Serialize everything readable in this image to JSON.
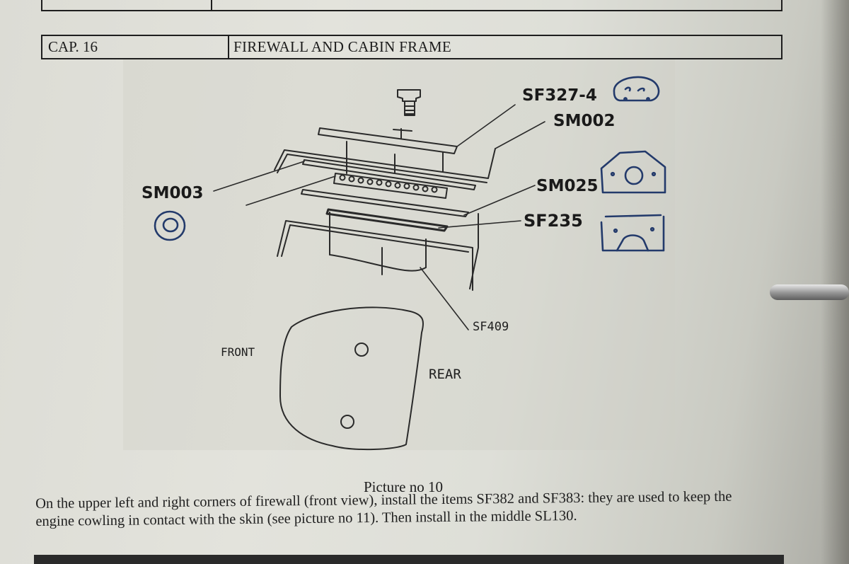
{
  "header": {
    "chapter": "CAP. 16",
    "title": "FIREWALL AND CABIN FRAME"
  },
  "figure": {
    "labels": {
      "sf327_4": "SF327-4",
      "sm002": "SM002",
      "sm003": "SM003",
      "sm025": "SM025",
      "sf235": "SF235",
      "sf409": "SF409"
    },
    "handwriting": {
      "front": "FRONT",
      "rear": "REAR"
    },
    "caption": "Picture no 10"
  },
  "body": {
    "paragraph": "On the upper left and right corners of firewall (front view), install the items SF382 and SF383: they are used to keep the engine cowling in contact with the skin (see picture no 11). Then install in the middle SL130."
  },
  "colors": {
    "paper": "#e0e0d9",
    "ink": "#1c1c1c",
    "blue_pen": "#233a6b"
  }
}
